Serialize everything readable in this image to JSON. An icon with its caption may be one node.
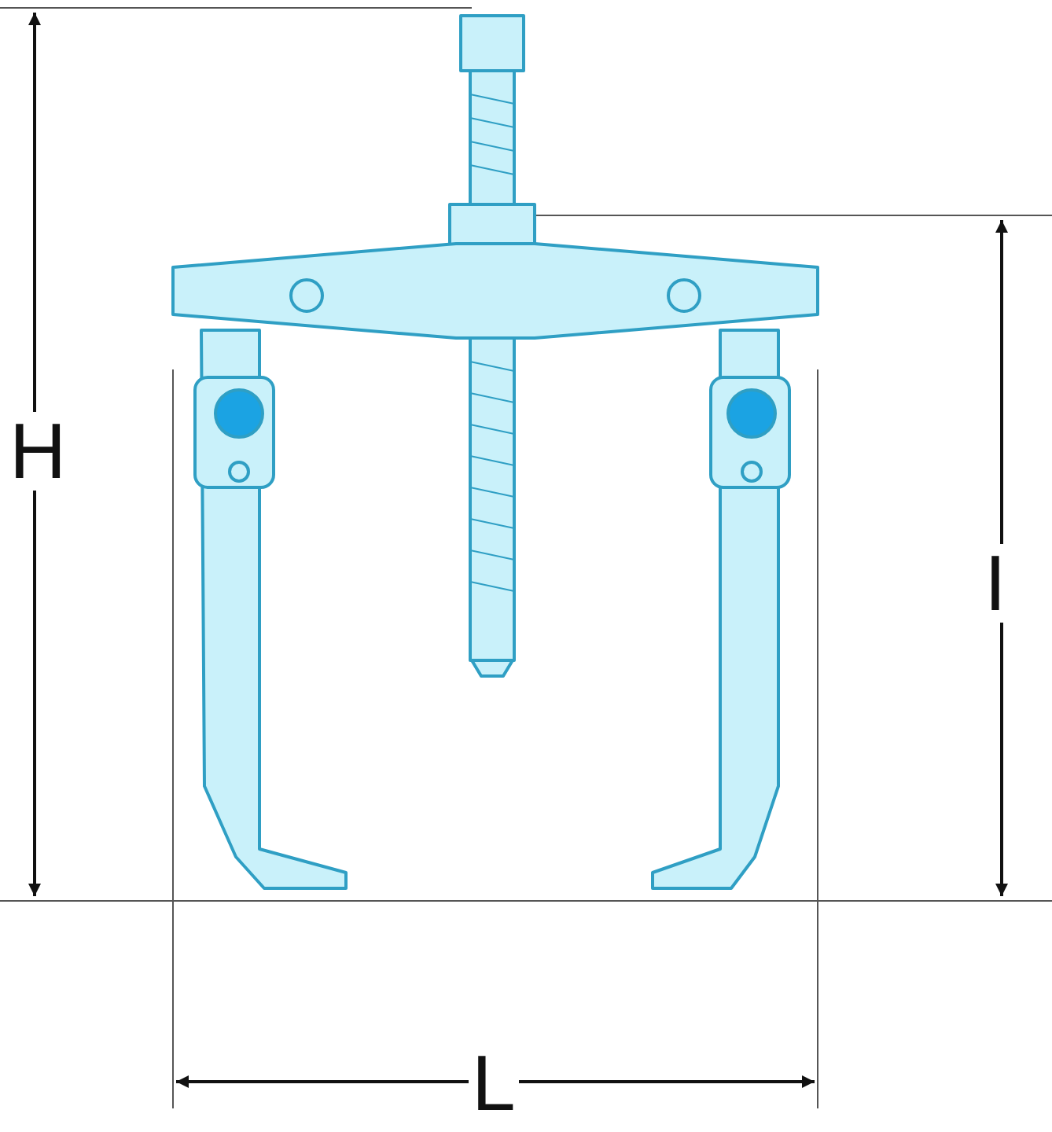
{
  "diagram": {
    "labels": [
      "H",
      "I",
      "L"
    ]
  }
}
